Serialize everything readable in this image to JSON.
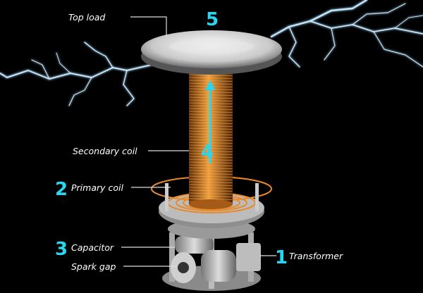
{
  "title": "Tesla coil components",
  "labels": {
    "top_load": {
      "number": "5",
      "text": "Top load"
    },
    "secondary_coil": {
      "number": "4",
      "text": "Secondary coil"
    },
    "primary_coil": {
      "number": "2",
      "text": "Primary coil"
    },
    "capacitor": {
      "number": "3",
      "text": "Capacitor"
    },
    "spark_gap": {
      "text": "Spark gap"
    },
    "transformer": {
      "number": "1",
      "text": "Transformer"
    }
  },
  "colors": {
    "number_accent": "#27d6f0",
    "coil": "#e8892a",
    "background": "#000000"
  }
}
